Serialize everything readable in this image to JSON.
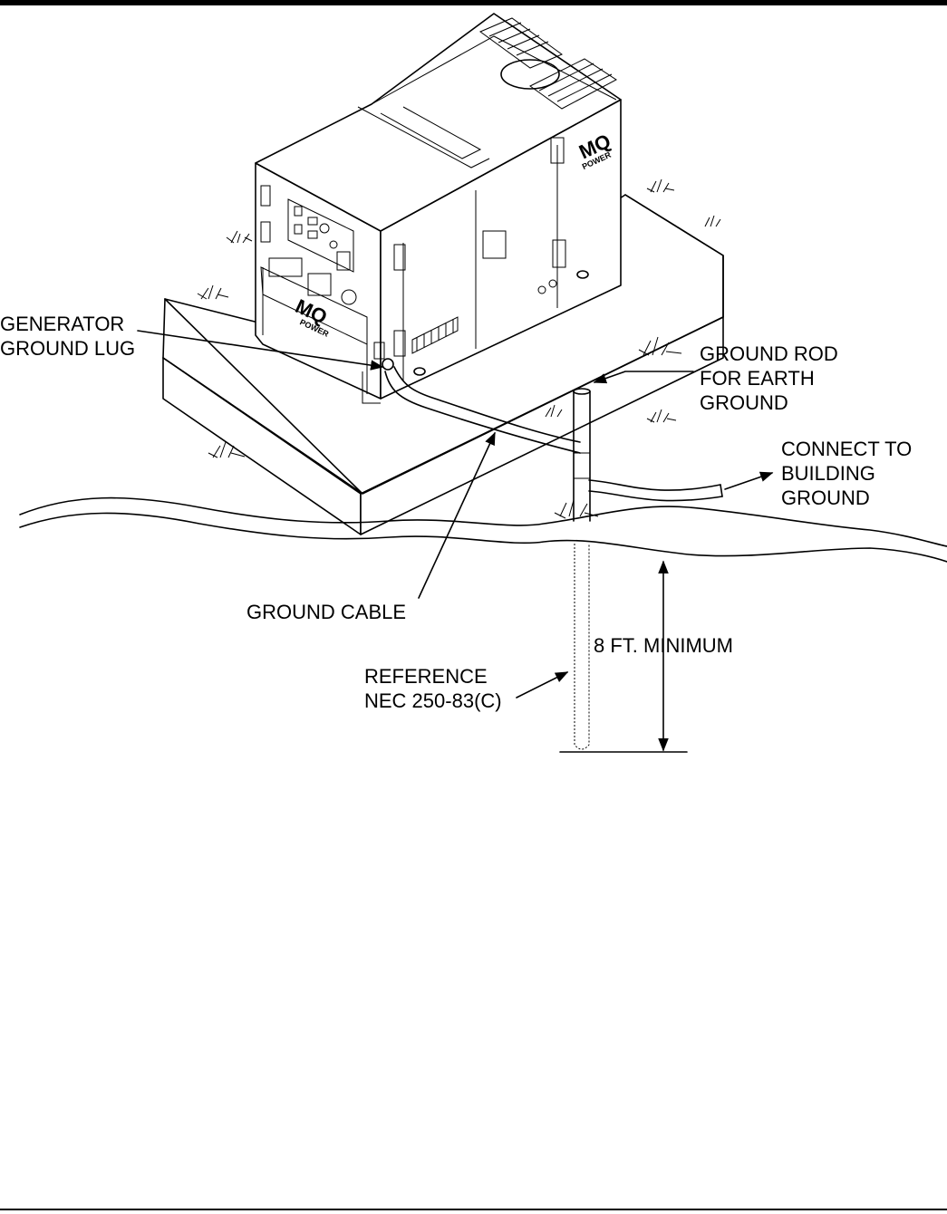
{
  "labels": {
    "generator_ground_lug": [
      "GENERATOR",
      "GROUND LUG"
    ],
    "ground_rod": [
      "GROUND ROD",
      "FOR EARTH",
      "GROUND"
    ],
    "connect_building": [
      "CONNECT TO",
      "BUILDING",
      "GROUND"
    ],
    "ground_cable": "GROUND CABLE",
    "minimum_depth": "8 FT. MINIMUM",
    "reference": [
      "REFERENCE",
      "NEC 250-83(C)"
    ]
  },
  "logos": {
    "brand_top": "MQ",
    "brand_sub": "POWER"
  },
  "colors": {
    "ink": "#000000",
    "paper": "#ffffff"
  }
}
